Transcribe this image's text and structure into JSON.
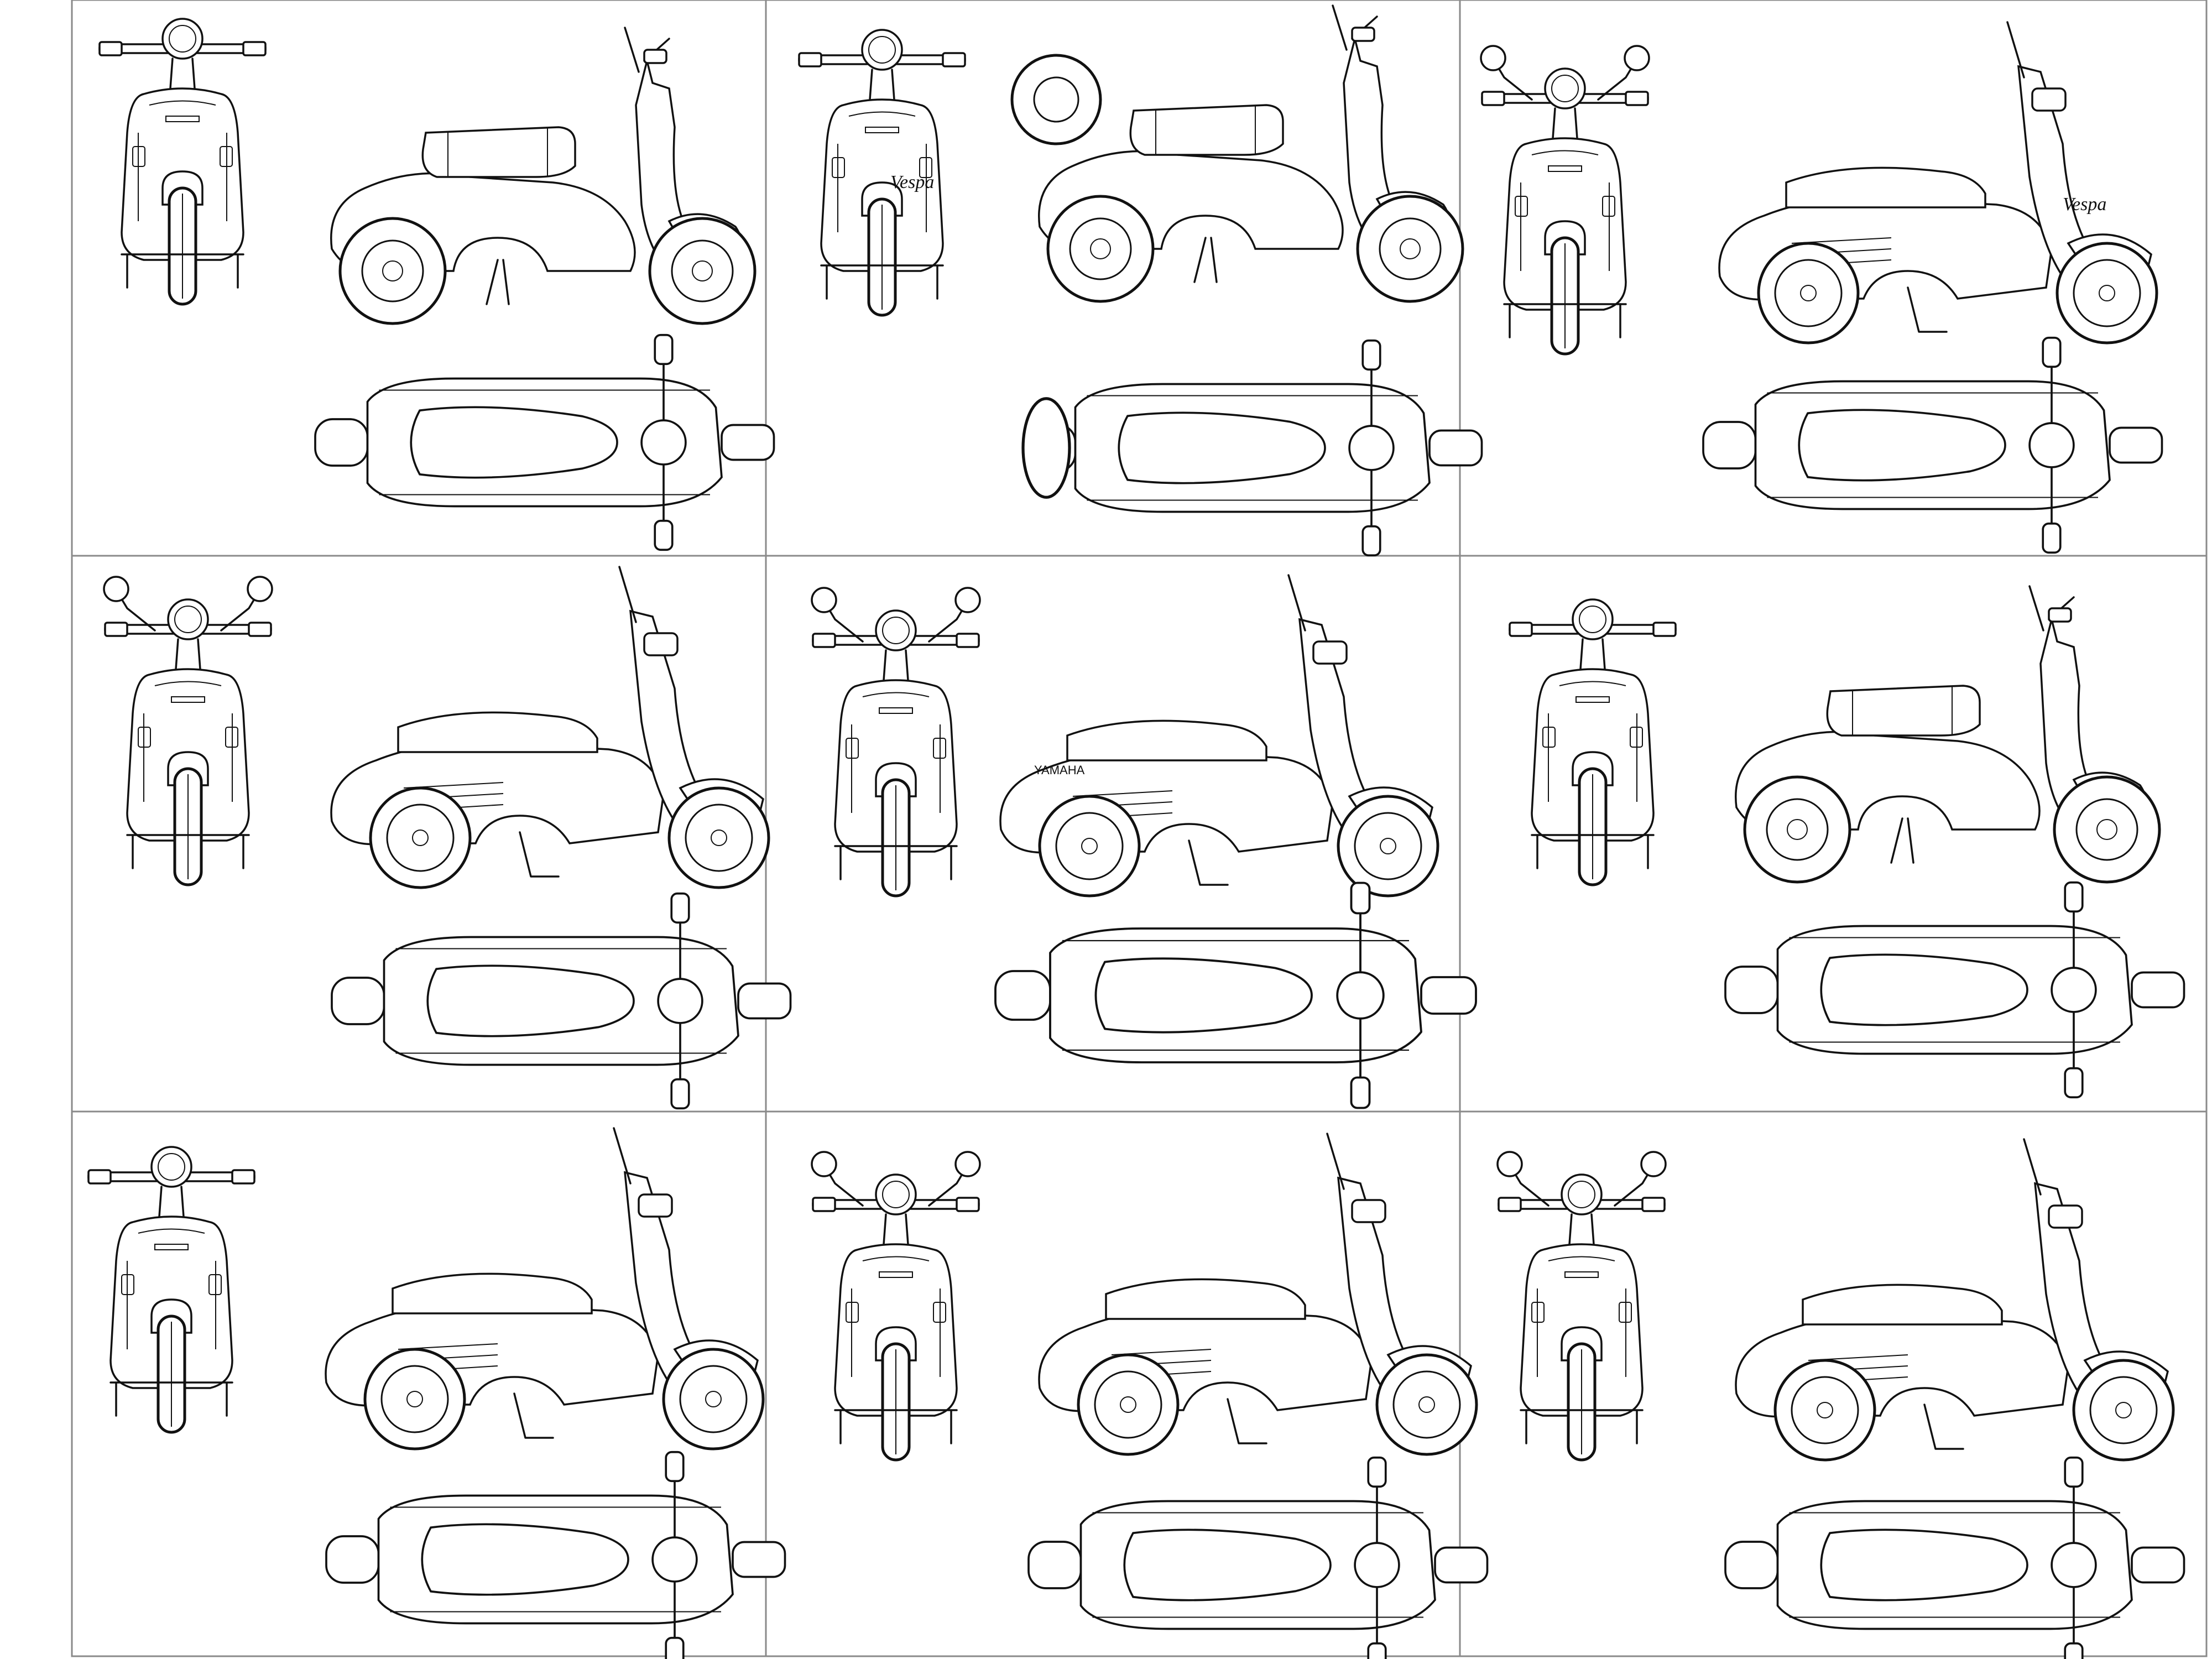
{
  "sheet": {
    "background": "#ffffff",
    "line_color": "#111111",
    "grid_color": "#8a8a8a",
    "rows": 3,
    "cols": 3
  },
  "panels": [
    {
      "id": 1,
      "style": "classic-vespa",
      "views": [
        "front",
        "side",
        "top"
      ],
      "brand_text": ""
    },
    {
      "id": 2,
      "style": "vintage-vespa-spare-wheel",
      "views": [
        "front",
        "side",
        "top"
      ],
      "brand_text": "Vespa"
    },
    {
      "id": 3,
      "style": "modern-vespa-gts",
      "views": [
        "front",
        "side",
        "top"
      ],
      "brand_text": "Vespa"
    },
    {
      "id": 4,
      "style": "modern-vespa-gt",
      "views": [
        "front",
        "side",
        "top"
      ],
      "brand_text": ""
    },
    {
      "id": 5,
      "style": "yamaha-scooter",
      "views": [
        "front",
        "side",
        "top"
      ],
      "brand_text": "YAMAHA"
    },
    {
      "id": 6,
      "style": "classic-vespa-px",
      "views": [
        "front",
        "side",
        "top"
      ],
      "brand_text": ""
    },
    {
      "id": 7,
      "style": "step-through-scooter",
      "views": [
        "front",
        "side",
        "top"
      ],
      "brand_text": ""
    },
    {
      "id": 8,
      "style": "modern-vespa-gt",
      "views": [
        "front",
        "side",
        "top"
      ],
      "brand_text": ""
    },
    {
      "id": 9,
      "style": "retro-scooter",
      "views": [
        "front",
        "side",
        "top"
      ],
      "brand_text": ""
    }
  ]
}
